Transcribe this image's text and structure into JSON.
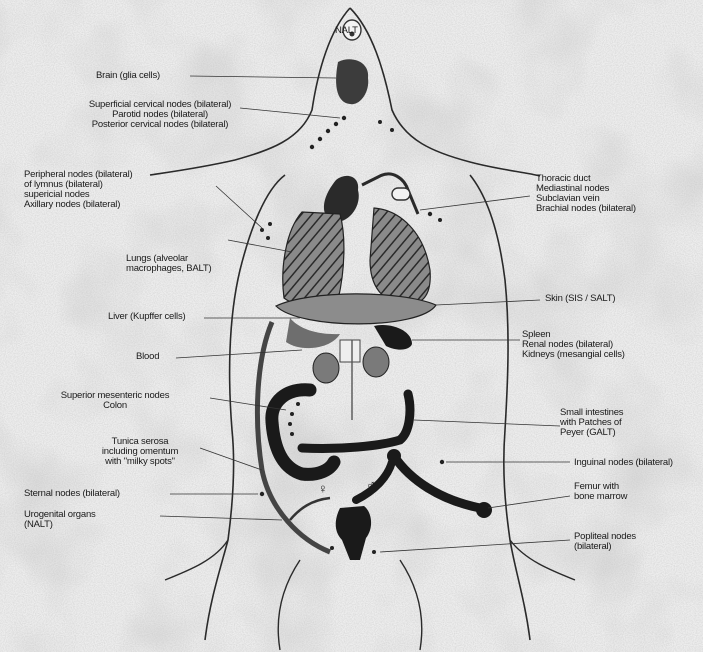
{
  "labels": {
    "nalt": "NALT",
    "brain": "Brain (glia cells)",
    "cervical": "Superficial cervical nodes (bilateral)\nParotid nodes (bilateral)\nPosterior cervical nodes (bilateral)",
    "axillary": "Peripheral nodes (bilateral)\nof lymnus (bilateral)\nsupericial nodes\nAxillary nodes (bilateral)",
    "lungs": "Lungs (alveolar\nmacrophages, BALT)",
    "liver": "Liver (Kupffer cells)",
    "blood": "Blood",
    "mesenteric": "Superior mesenteric nodes\nColon",
    "tunica": "Tunica serosa\nincluding omentum\nwith \"milky spots\"",
    "iliac": "Sternal nodes (bilateral)",
    "urogenital": "Urogenital organs\n(NALT)",
    "thoracic": "Thoracic duct\nMediastinal nodes\nSubclavian vein\nBrachial nodes (bilateral)",
    "skin": "Skin (SIS / SALT)",
    "spleen": "Spleen\nRenal nodes (bilateral)\nKidneys (mesangial cells)",
    "peyers": "Small intestines\nwith Patches of\nPeyer (GALT)",
    "inguinal": "Inguinal nodes (bilateral)",
    "femur": "Femur with\nbone marrow",
    "popliteal": "Popliteal nodes\n(bilateral)",
    "female_symbol": "♀",
    "male_symbol": "♂"
  }
}
